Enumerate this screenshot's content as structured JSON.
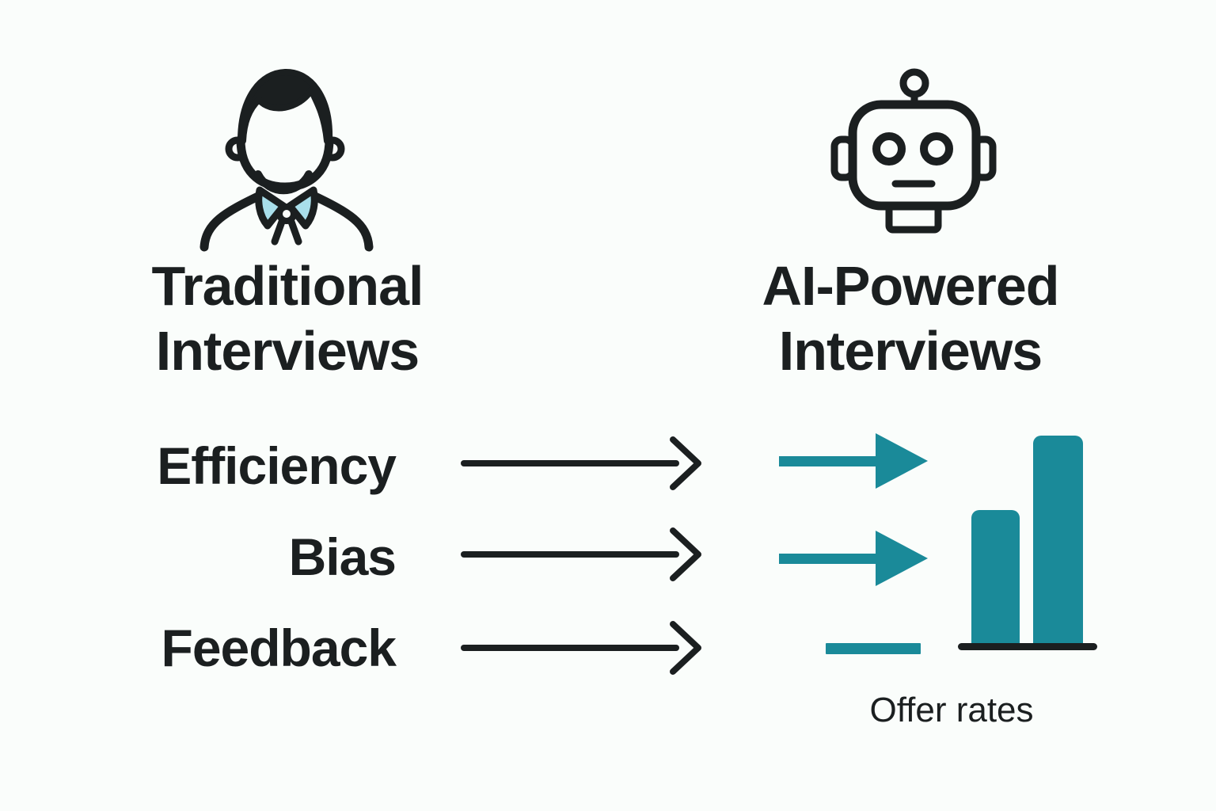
{
  "palette": {
    "background": "#fafdfb",
    "ink": "#1b1f20",
    "teal": "#1a8a99",
    "collar_blue": "#a9dfeb"
  },
  "columns": {
    "left": {
      "icon": "person-icon",
      "title_line1": "Traditional",
      "title_line2": "Interviews"
    },
    "right": {
      "icon": "robot-icon",
      "title_line1": "AI-Powered",
      "title_line2": "Interviews"
    }
  },
  "rows": [
    {
      "label": "Efficiency",
      "left_marker": "black-arrow-icon",
      "right_marker": "teal-arrow-icon"
    },
    {
      "label": "Bias",
      "left_marker": "black-arrow-icon",
      "right_marker": "teal-arrow-icon"
    },
    {
      "label": "Feedback",
      "left_marker": "black-arrow-icon",
      "right_marker": "teal-dash-icon"
    }
  ],
  "chart_data": {
    "type": "bar",
    "categories": [
      "bar_1",
      "bar_2"
    ],
    "values": [
      65,
      100
    ],
    "title": "Offer rates",
    "xlabel": "",
    "ylabel": "",
    "ylim": [
      0,
      100
    ],
    "grid": false,
    "legend": false,
    "bar_color": "#1a8a99",
    "baseline_color": "#1b1f20"
  }
}
